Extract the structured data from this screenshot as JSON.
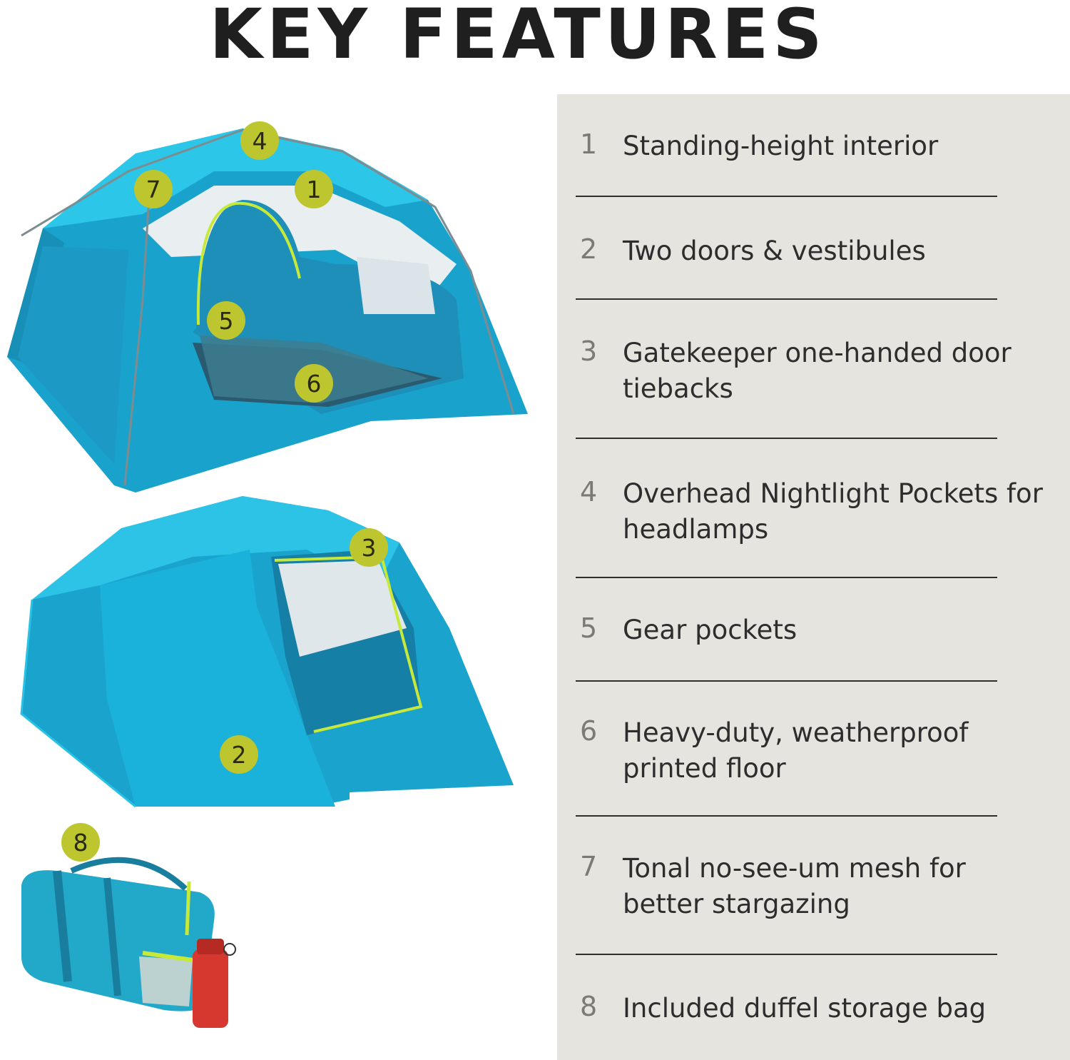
{
  "title": "KEY FEATURES",
  "colors": {
    "panel": "#e5e4de",
    "badge": "#bec62f",
    "tent_blue": "#1ba3cc",
    "tent_light": "#28c2e5",
    "accent_lime": "#c6e93a"
  },
  "badges": [
    "1",
    "2",
    "3",
    "4",
    "5",
    "6",
    "7",
    "8"
  ],
  "features": [
    {
      "num": "1",
      "text": "Standing-height interior"
    },
    {
      "num": "2",
      "text": "Two doors & vestibules"
    },
    {
      "num": "3",
      "text": "Gatekeeper one-handed door tiebacks"
    },
    {
      "num": "4",
      "text": "Overhead Nightlight Pockets for headlamps"
    },
    {
      "num": "5",
      "text": "Gear pockets"
    },
    {
      "num": "6",
      "text": "Heavy-duty, weatherproof printed floor"
    },
    {
      "num": "7",
      "text": "Tonal no-see-um mesh for better stargazing"
    },
    {
      "num": "8",
      "text": "Included duffel storage bag"
    }
  ]
}
